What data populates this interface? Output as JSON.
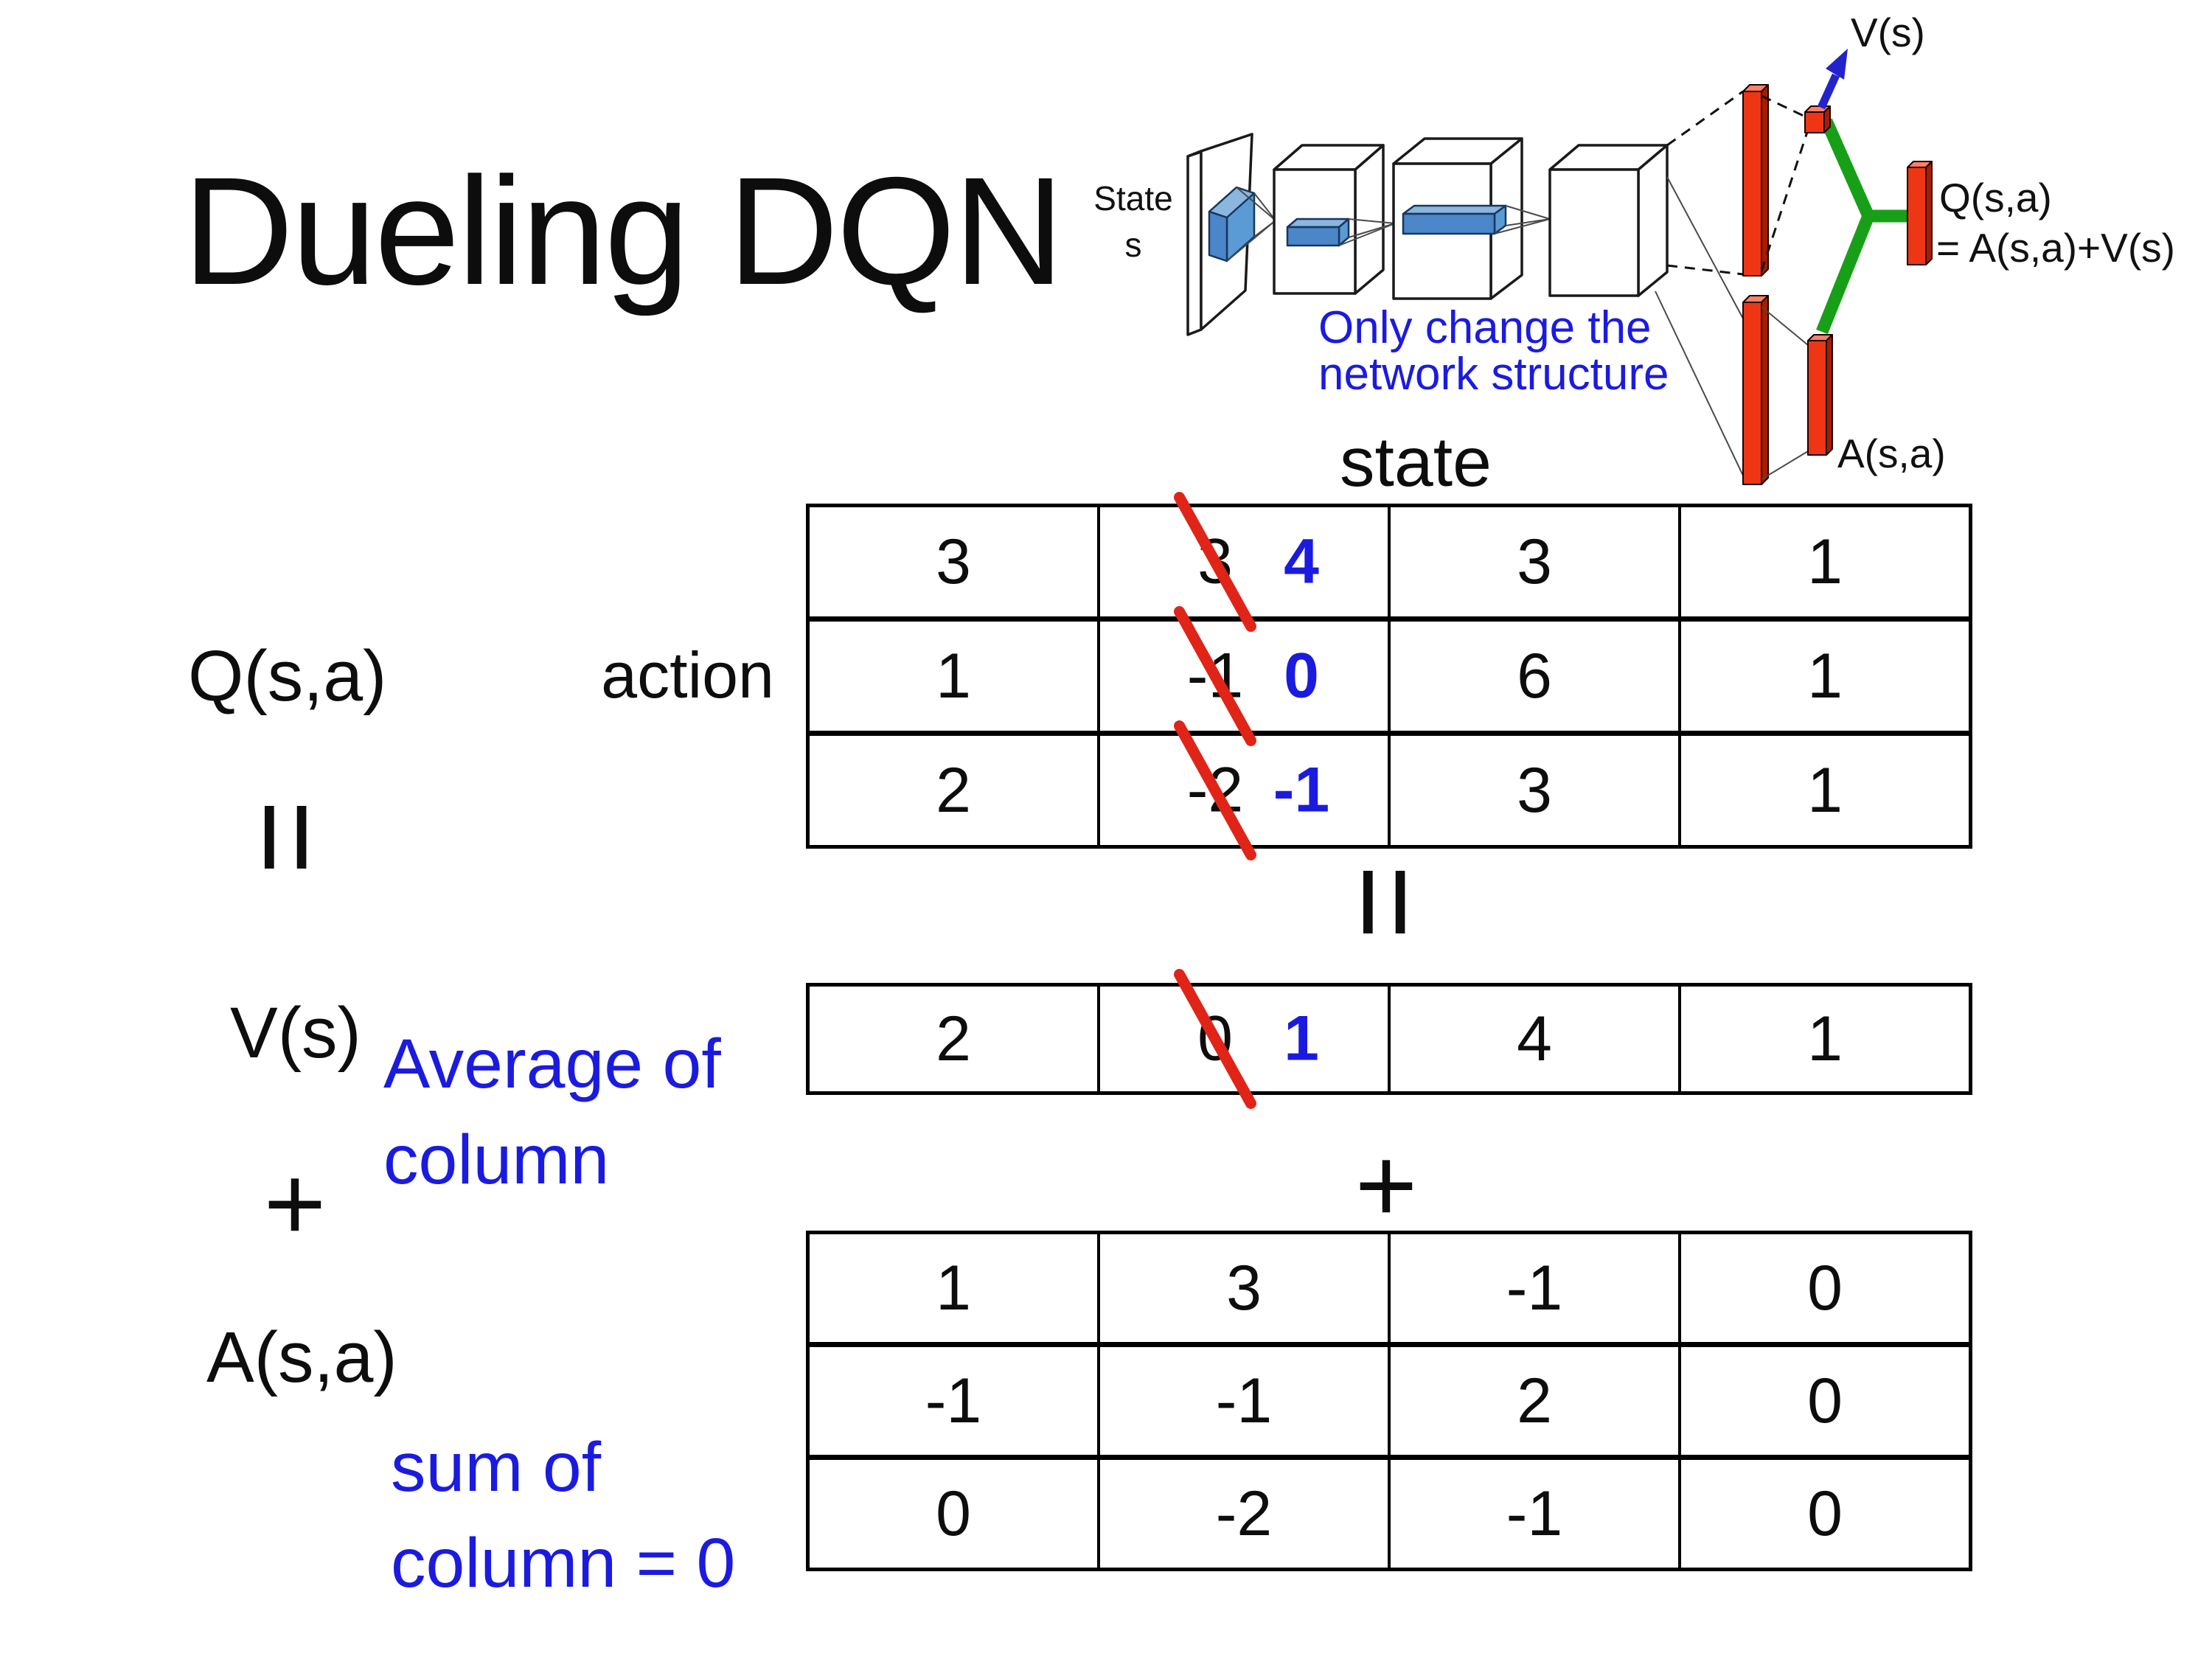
{
  "slide": {
    "title": "Dueling DQN"
  },
  "colors": {
    "accent_blue": "#1b1be0",
    "strike_red": "#e02418",
    "bar_red": "#ee3614",
    "conv_blue": "#5b9bd5",
    "link_green": "#17a017"
  },
  "diagram": {
    "input_label_line1": "State",
    "input_label_line2": "s",
    "note_line1": "Only change the",
    "note_line2": "network structure",
    "v_output_label": "V(s)",
    "a_output_label": "A(s,a)",
    "q_output_label_line1": "Q(s,a)",
    "q_output_label_line2": "= A(s,a)+V(s)"
  },
  "equation": {
    "q_label": "Q(s,a)",
    "equals_sign": "=",
    "v_label": "V(s)",
    "plus_sign": "+",
    "a_label": "A(s,a)",
    "state_axis_label": "state",
    "action_axis_label": "action",
    "average_note_line1": "Average of",
    "average_note_line2": "column",
    "sum_note_line1": "sum of",
    "sum_note_line2": "column = 0"
  },
  "q_table": {
    "rows": [
      [
        {
          "v": "3"
        },
        {
          "old": "3",
          "new": "4"
        },
        {
          "v": "3"
        },
        {
          "v": "1"
        }
      ],
      [
        {
          "v": "1"
        },
        {
          "old": "-1",
          "new": "0"
        },
        {
          "v": "6"
        },
        {
          "v": "1"
        }
      ],
      [
        {
          "v": "2"
        },
        {
          "old": "-2",
          "new": "-1"
        },
        {
          "v": "3"
        },
        {
          "v": "1"
        }
      ]
    ]
  },
  "v_table": {
    "rows": [
      [
        {
          "v": "2"
        },
        {
          "old": "0",
          "new": "1"
        },
        {
          "v": "4"
        },
        {
          "v": "1"
        }
      ]
    ]
  },
  "a_table": {
    "rows": [
      [
        {
          "v": "1"
        },
        {
          "v": "3"
        },
        {
          "v": "-1"
        },
        {
          "v": "0"
        }
      ],
      [
        {
          "v": "-1"
        },
        {
          "v": "-1"
        },
        {
          "v": "2"
        },
        {
          "v": "0"
        }
      ],
      [
        {
          "v": "0"
        },
        {
          "v": "-2"
        },
        {
          "v": "-1"
        },
        {
          "v": "0"
        }
      ]
    ]
  }
}
